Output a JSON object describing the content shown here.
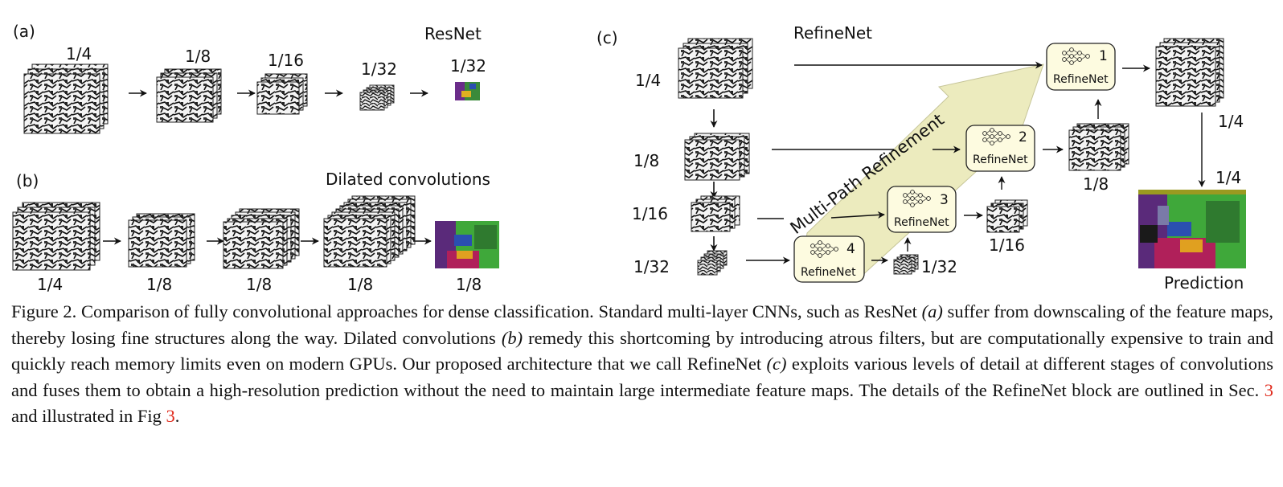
{
  "panel_a": {
    "label": "(a)",
    "title": "ResNet",
    "scales": [
      "1/4",
      "1/8",
      "1/16",
      "1/32",
      "1/32"
    ]
  },
  "panel_b": {
    "label": "(b)",
    "title": "Dilated convolutions",
    "scales": [
      "1/4",
      "1/8",
      "1/8",
      "1/8",
      "1/8"
    ]
  },
  "panel_c": {
    "label": "(c)",
    "title": "RefineNet",
    "encoder_scales": [
      "1/4",
      "1/8",
      "1/16",
      "1/32"
    ],
    "refinenet_label": "RefineNet",
    "block_numbers": [
      "1",
      "2",
      "3",
      "4"
    ],
    "output_scales": [
      "1/4",
      "1/8",
      "1/16",
      "1/32"
    ],
    "multipath_label": "Multi-Path Refinement",
    "prediction_scale": "1/4",
    "prediction_label": "Prediction"
  },
  "colors": {
    "block_fill": "#fdfbe0",
    "arrow_fill": "#ecebbe",
    "ref_link": "#e02a1c"
  },
  "caption": {
    "figure_label": "Figure 2.",
    "seg1": " Comparison of fully convolutional approaches for dense classification. Standard multi-layer CNNs, such as ResNet ",
    "a": "(a)",
    "seg2": " suffer from downscaling of the feature maps, thereby losing fine structures along the way. Dilated convolutions ",
    "b": "(b)",
    "seg3": " remedy this shortcoming by introducing atrous filters, but are computationally expensive to train and quickly reach memory limits even on modern GPUs. Our proposed architecture that we call RefineNet ",
    "c": "(c)",
    "seg4": " exploits various levels of detail at different stages of convolutions and fuses them to obtain a high-resolution prediction without the need to maintain large intermediate feature maps. The details of the RefineNet block are outlined in Sec. ",
    "ref_sec": "3",
    "seg5": " and illustrated in Fig ",
    "ref_fig": "3",
    "seg6": "."
  }
}
